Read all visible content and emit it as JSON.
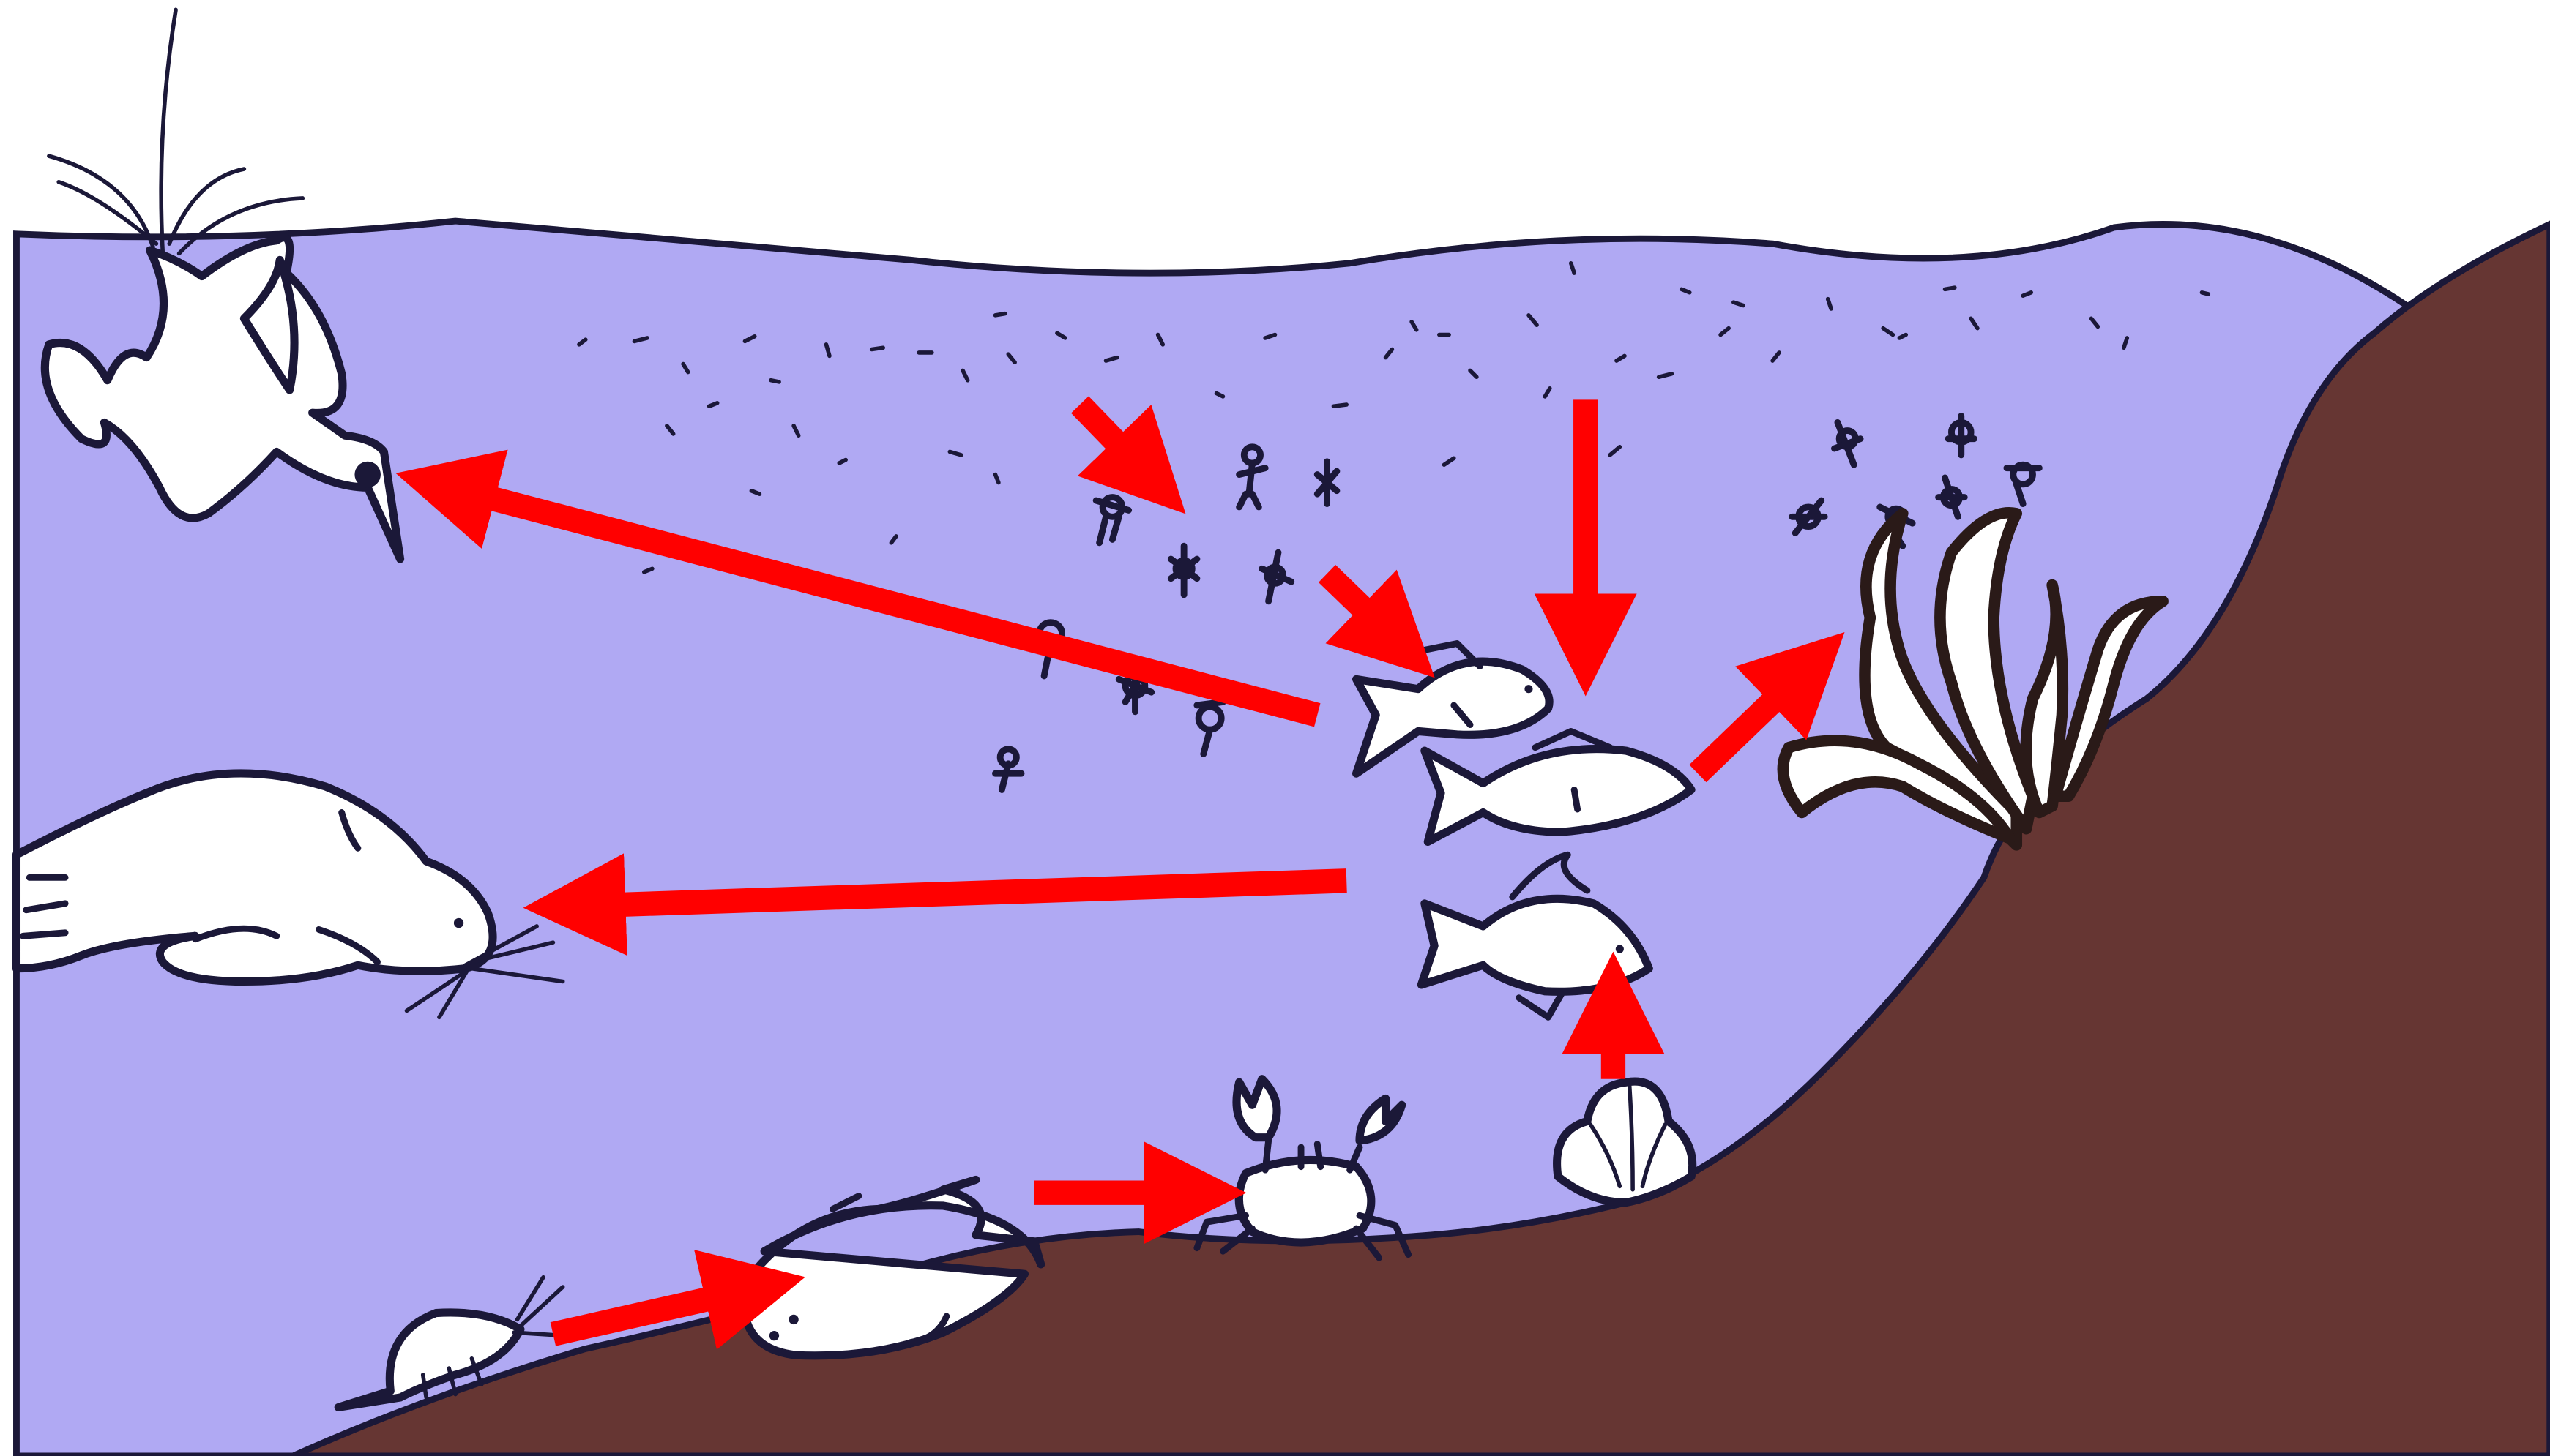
{
  "colors": {
    "background": "#ffffff",
    "water": "#b0a9f3",
    "sea_floor": "#663633",
    "outline": "#1b1838",
    "arrow": "#ff0000",
    "organism_fill": "#ffffff"
  },
  "organisms": [
    "seabird",
    "phytoplankton",
    "zooplankton",
    "small-fish",
    "seal",
    "kelp",
    "shrimp",
    "bottom-fish",
    "crab",
    "shellfish"
  ],
  "arrows": [
    {
      "from": "phytoplankton",
      "to": "zooplankton"
    },
    {
      "from": "zooplankton",
      "to": "small-fish"
    },
    {
      "from": "phytoplankton",
      "to": "small-fish"
    },
    {
      "from": "small-fish",
      "to": "seabird"
    },
    {
      "from": "small-fish",
      "to": "seal"
    },
    {
      "from": "small-fish",
      "to": "kelp"
    },
    {
      "from": "shellfish",
      "to": "small-fish"
    },
    {
      "from": "shrimp",
      "to": "bottom-fish"
    },
    {
      "from": "bottom-fish",
      "to": "crab"
    }
  ]
}
